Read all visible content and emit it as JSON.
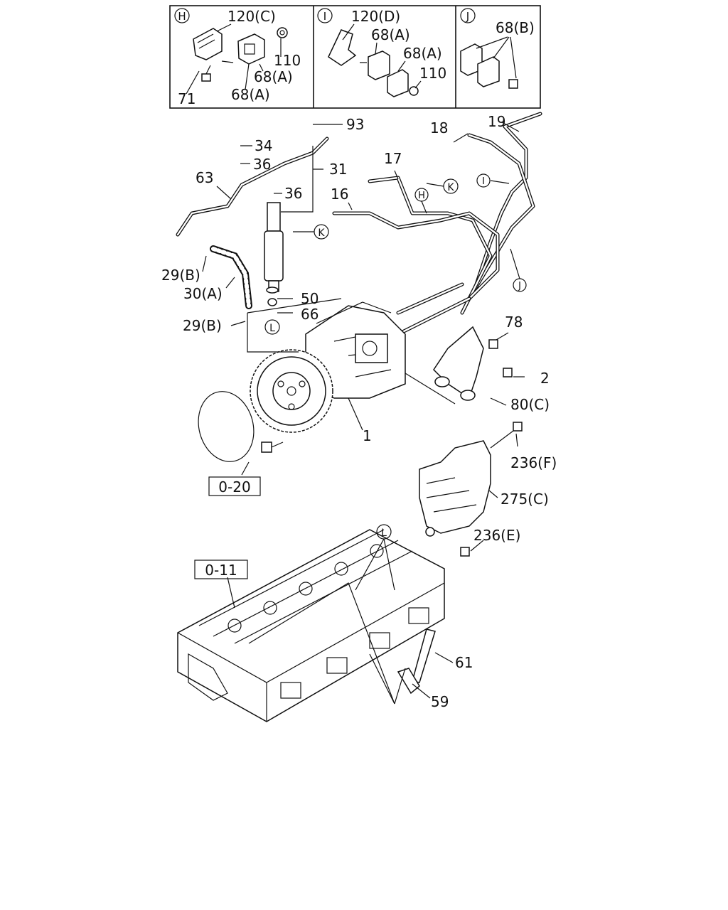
{
  "insets": [
    {
      "key": "H",
      "labels": [
        "120(C)",
        "110",
        "68(A)",
        "68(A)",
        "71"
      ]
    },
    {
      "key": "I",
      "labels": [
        "120(D)",
        "68(A)",
        "68(A)",
        "110"
      ]
    },
    {
      "key": "J",
      "labels": [
        "68(B)"
      ]
    }
  ],
  "callouts": {
    "p93": "93",
    "p18": "18",
    "p19": "19",
    "p34": "34",
    "p36a": "36",
    "p36b": "36",
    "p31": "31",
    "p63": "63",
    "p17": "17",
    "p16": "16",
    "p29b_top": "29(B)",
    "p30a": "30(A)",
    "p50": "50",
    "p66": "66",
    "p29b_bottom": "29(B)",
    "p78": "78",
    "p2": "2",
    "p80c": "80(C)",
    "p1": "1",
    "p236f": "236(F)",
    "p275c": "275(C)",
    "p236e": "236(E)",
    "p61": "61",
    "p59": "59"
  },
  "circle_keys": {
    "K1": "K",
    "K2": "K",
    "H": "H",
    "I": "I",
    "J": "J",
    "L1": "L",
    "L2": "L"
  },
  "reference_boxes": {
    "ref_020": "0-20",
    "ref_011": "0-11"
  }
}
